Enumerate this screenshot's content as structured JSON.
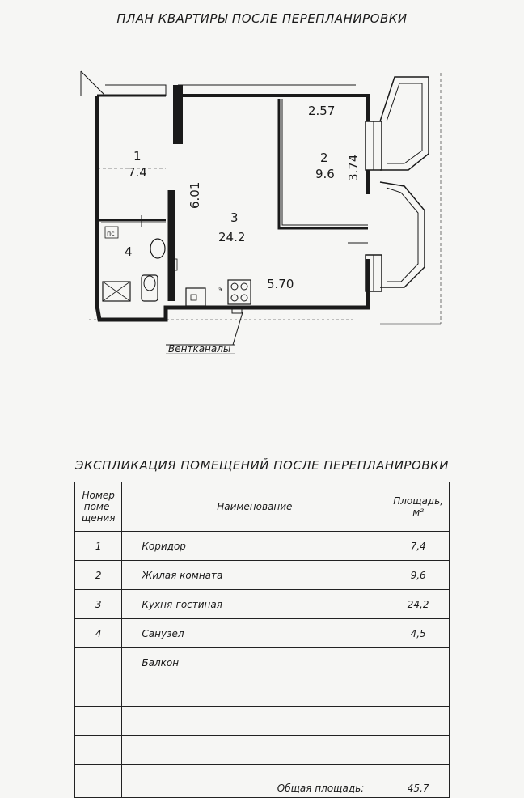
{
  "plan": {
    "title": "ПЛАН КВАРТИРЫ ПОСЛЕ ПЕРЕПЛАНИРОВКИ",
    "rooms": [
      {
        "number": "1",
        "area": "7.4"
      },
      {
        "number": "2",
        "area": "9.6"
      },
      {
        "number": "3",
        "area": "24.2"
      },
      {
        "number": "4",
        "area": ""
      }
    ],
    "dimensions": [
      "2.57",
      "3.74",
      "6.01",
      "5.70"
    ],
    "labels": {
      "vent": "Вентканалы",
      "stove_mark": "э",
      "ps_mark": "пс"
    }
  },
  "table": {
    "title": "ЭКСПЛИКАЦИЯ ПОМЕЩЕНИЙ ПОСЛЕ ПЕРЕПЛАНИРОВКИ",
    "headers": {
      "number": "Номер поме- щения",
      "name": "Наименование",
      "area": "Площадь, м²"
    },
    "rows": [
      {
        "number": "1",
        "name": "Коридор",
        "area": "7,4"
      },
      {
        "number": "2",
        "name": "Жилая комната",
        "area": "9,6"
      },
      {
        "number": "3",
        "name": "Кухня-гостиная",
        "area": "24,2"
      },
      {
        "number": "4",
        "name": "Санузел",
        "area": "4,5"
      },
      {
        "number": "",
        "name": "Балкон",
        "area": ""
      },
      {
        "number": "",
        "name": "",
        "area": ""
      },
      {
        "number": "",
        "name": "",
        "area": ""
      },
      {
        "number": "",
        "name": "",
        "area": ""
      }
    ],
    "total": {
      "label": "Общая площадь:",
      "value": "45,7"
    }
  }
}
